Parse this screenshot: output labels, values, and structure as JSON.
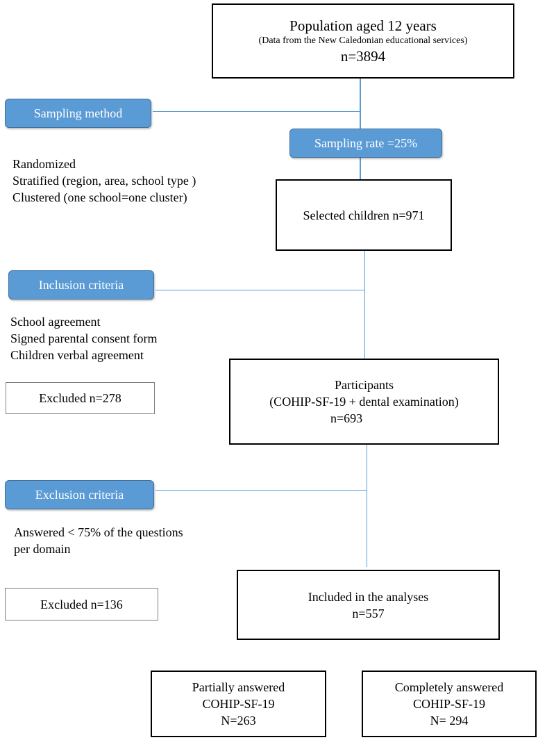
{
  "top_box": {
    "title": "Population aged 12 years",
    "source": "(Data from the New Caledonian educational services)",
    "count": "n=3894"
  },
  "sampling_method": {
    "label": "Sampling method",
    "items": [
      "Randomized",
      "Stratified (region, area, school type )",
      "Clustered (one school=one cluster)"
    ]
  },
  "sampling_rate": {
    "label": "Sampling rate =25%"
  },
  "selected_box": {
    "text": "Selected children n=971"
  },
  "inclusion_criteria": {
    "label": "Inclusion criteria",
    "items": [
      "School agreement",
      "Signed parental consent form",
      "Children verbal agreement"
    ]
  },
  "excluded_1": {
    "text": "Excluded n=278"
  },
  "participants_box": {
    "title": "Participants",
    "subtitle": "(COHIP-SF-19 + dental examination)",
    "count": "n=693"
  },
  "exclusion_criteria": {
    "label": "Exclusion criteria",
    "items": [
      "Answered < 75% of the questions",
      "per domain"
    ]
  },
  "excluded_2": {
    "text": "Excluded n=136"
  },
  "analyses_box": {
    "title": "Included in the analyses",
    "count": "n=557"
  },
  "partial_box": {
    "title": "Partially answered",
    "subtitle": "COHIP-SF-19",
    "count": "N=263"
  },
  "complete_box": {
    "title": "Completely answered",
    "subtitle": "COHIP-SF-19",
    "count": "N= 294"
  },
  "colors": {
    "pill_fill": "#5b9bd5",
    "pill_border": "#41719c",
    "connector": "#5b9bd5"
  }
}
